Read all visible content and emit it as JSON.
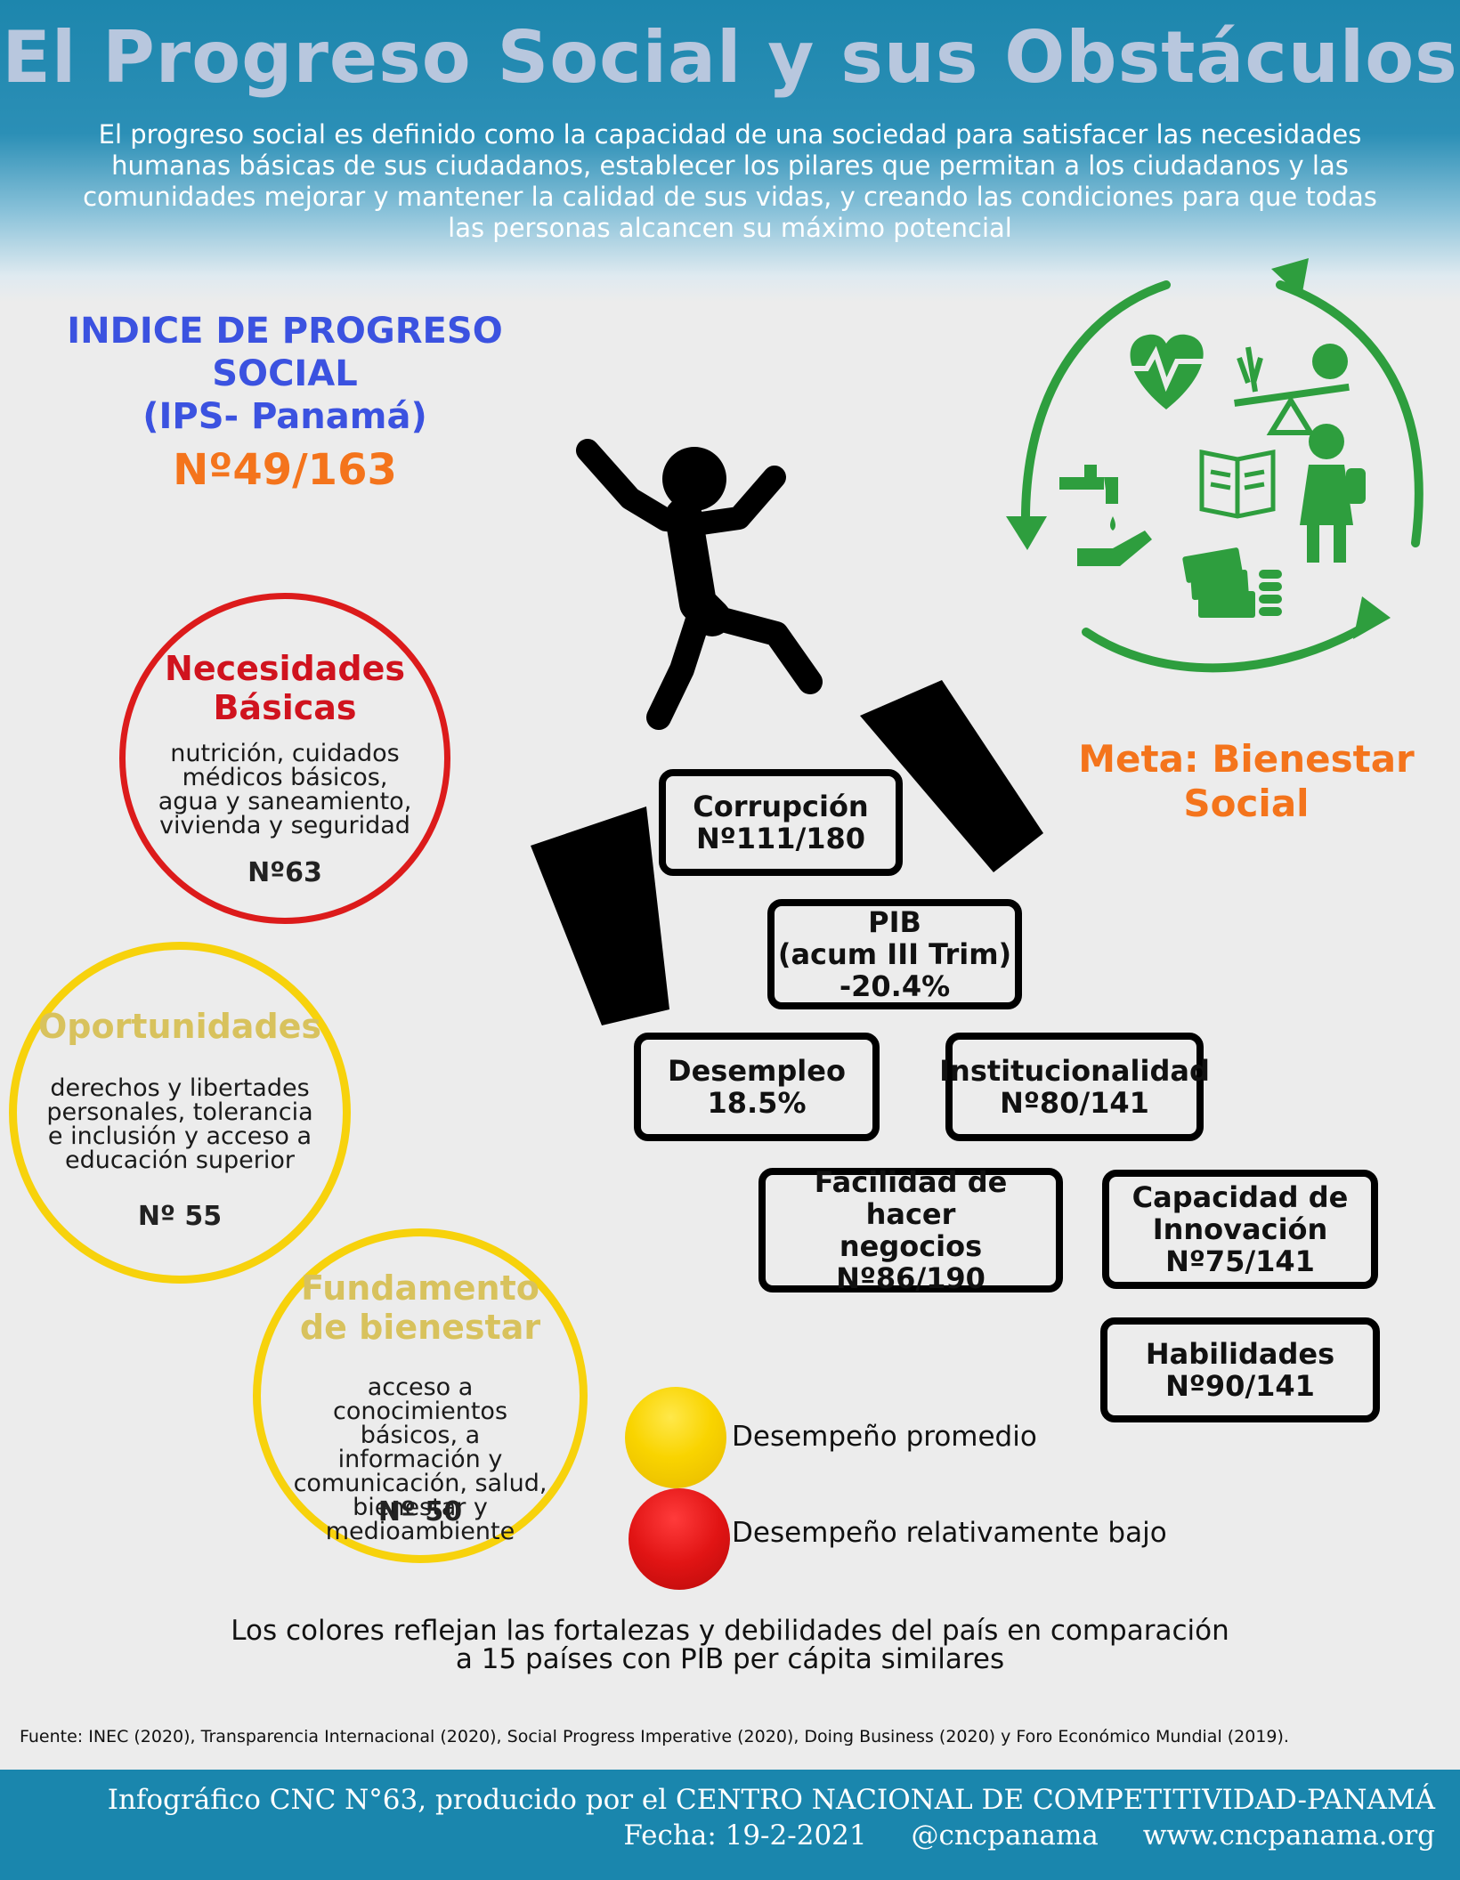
{
  "header": {
    "title": "El Progreso Social y sus Obstáculos",
    "intro": "El progreso social es definido como la capacidad de una sociedad para satisfacer las necesidades humanas básicas de sus ciudadanos, establecer los pilares que permitan a los ciudadanos y las comunidades mejorar y mantener la calidad de sus vidas, y creando las condiciones para que todas las personas alcancen su máximo potencial"
  },
  "ips": {
    "heading_line1": "INDICE DE PROGRESO SOCIAL",
    "heading_line2": "(IPS- Panamá)",
    "rank": "Nº49/163"
  },
  "dimensions": [
    {
      "title_line1": "Necesidades",
      "title_line2": "Básicas",
      "description": "nutrición, cuidados médicos básicos, agua y saneamiento, vivienda y seguridad",
      "rank": "Nº63",
      "color": "#dc1b1b"
    },
    {
      "title_line1": "Oportunidades",
      "title_line2": "",
      "description": "derechos y libertades personales, tolerancia e inclusión y acceso a educación superior",
      "rank": "Nº 55",
      "color": "#f7d20c"
    },
    {
      "title_line1": "Fundamento",
      "title_line2": "de bienestar",
      "description": "acceso a conocimientos básicos, a información y comunicación, salud, bienestar y medioambiente",
      "rank": "Nº 50",
      "color": "#f7d20c"
    }
  ],
  "obstacles": [
    {
      "line1": "Corrupción",
      "line2": "Nº111/180",
      "line3": ""
    },
    {
      "line1": "PIB",
      "line2": "(acum III Trim)",
      "line3": "-20.4%"
    },
    {
      "line1": "Desempleo",
      "line2": "18.5%",
      "line3": ""
    },
    {
      "line1": "Institucionalidad",
      "line2": "Nº80/141",
      "line3": ""
    },
    {
      "line1": "Facilidad de hacer",
      "line2": "negocios",
      "line3": "Nº86/190"
    },
    {
      "line1": "Capacidad de",
      "line2": "Innovación",
      "line3": "Nº75/141"
    },
    {
      "line1": "Habilidades",
      "line2": "Nº90/141",
      "line3": ""
    }
  ],
  "goal": {
    "line1": "Meta: Bienestar",
    "line2": "Social"
  },
  "legend": {
    "average": "Desempeño promedio",
    "low": "Desempeño relativamente bajo"
  },
  "note": {
    "line1": "Los colores reflejan las fortalezas y debilidades del país en comparación",
    "line2": "a 15 países con PIB per cápita similares"
  },
  "source": "Fuente: INEC (2020), Transparencia Internacional (2020), Social Progress Imperative (2020), Doing Business (2020) y Foro Económico Mundial (2019).",
  "footer": {
    "line1": "Infográfico CNC N°63, producido por el CENTRO NACIONAL DE COMPETITIVIDAD-PANAMÁ",
    "date": "Fecha: 19-2-2021",
    "handle": "@cncpanama",
    "website": "www.cncpanama.org"
  },
  "colors": {
    "accent_blue": "#3b52e0",
    "accent_orange": "#f4741c",
    "icon_green": "#2e9e3e",
    "footer_blue": "#1a86ad"
  }
}
